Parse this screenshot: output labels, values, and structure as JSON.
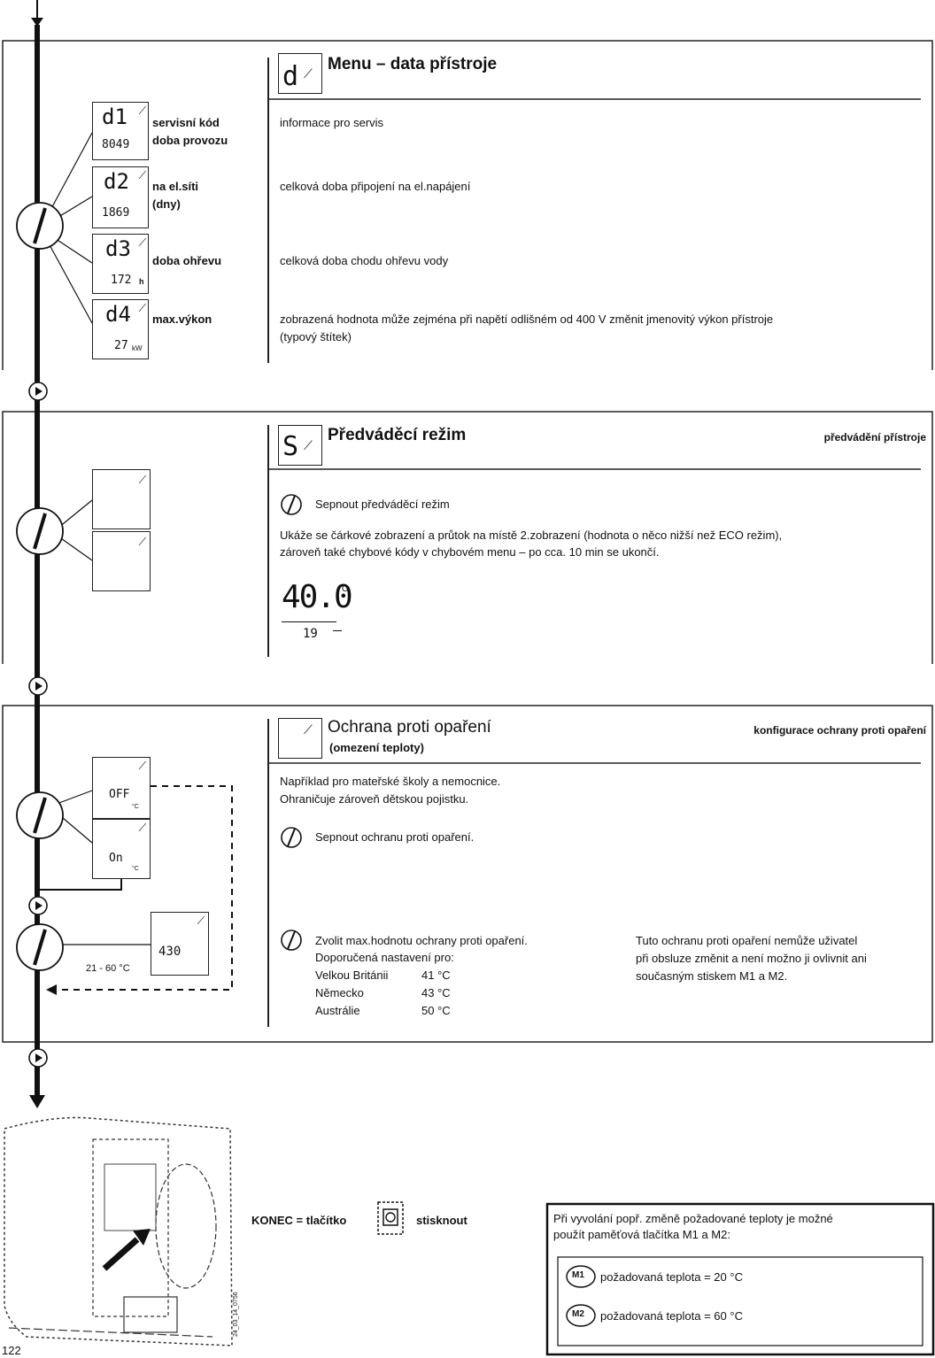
{
  "section_data": {
    "title": "Menu – data přístroje",
    "code_symbol": "d",
    "items": [
      {
        "display": "d1",
        "sub": "8049",
        "label1": "servisní kód",
        "label2": "doba provozu",
        "desc": "informace pro servis"
      },
      {
        "display": "d2",
        "sub": "1869",
        "label1": "na el.síti",
        "label2": "(dny)",
        "desc": "celková doba připojení na el.napájení"
      },
      {
        "display": "d3",
        "sub": "172",
        "unit": "h",
        "label1": "doba ohřevu",
        "desc": "celková doba chodu ohřevu vody"
      },
      {
        "display": "d4",
        "sub": "27",
        "unit": "kW",
        "label1": "max.výkon",
        "desc1": "zobrazená hodnota může zejména při napětí odlišném od 400 V změnit jmenovitý výkon přístroje",
        "desc2": "(typový štítek)"
      }
    ]
  },
  "section_demo": {
    "code_symbol": "S",
    "title": "Předváděcí režim",
    "right_title": "předvádění přístroje",
    "action": "Sepnout předváděcí režim",
    "desc1": "Ukáže se čárkové zobrazení a průtok na místě 2.zobrazení (hodnota o něco nižší než ECO režim),",
    "desc2": "zároveň také chybové kódy v chybovém menu – po cca. 10 min se ukončí.",
    "display_main": "40.0",
    "display_unit": "°C",
    "display_sub": "19"
  },
  "section_scald": {
    "title": "Ochrana proti opaření",
    "subtitle": "(omezení teploty)",
    "right_title": "konfigurace ochrany proti opaření",
    "line1": "Například pro mateřské školy a nemocnice.",
    "line2": "Ohraničuje zároveň dětskou pojistku.",
    "action1": "Sepnout ochranu proti opaření.",
    "action2": "Zvolit max.hodnotu ochrany proti opaření.",
    "recommended": "Doporučená nastavení pro:",
    "countries": [
      {
        "name": "Velkou Británii",
        "value": "41 °C"
      },
      {
        "name": "Německo",
        "value": "43 °C"
      },
      {
        "name": "Austrálie",
        "value": "50 °C"
      }
    ],
    "note1": "Tuto ochranu proti opaření nemůže uživatel",
    "note2": "při obsluze změnit a není možno ji ovlivnit ani",
    "note3": "současným stiskem M1 a M2.",
    "display_off": "OFF",
    "display_on": "On",
    "display_value": "430",
    "range_label": "21 - 60 °C"
  },
  "footer": {
    "end_label": "KONEC = tlačítko",
    "end_action": "stisknout",
    "figure_code": "24_03_14_0756",
    "page_number": "122",
    "memory_intro1": "Při vyvolání popř. změně požadované teploty je možné",
    "memory_intro2": "použít paměťová tlačítka M1 a M2:",
    "memory_buttons": [
      {
        "label": "M1",
        "text": "požadovaná teplota = 20 °C"
      },
      {
        "label": "M2",
        "text": "požadovaná teplota = 60 °C"
      }
    ]
  }
}
